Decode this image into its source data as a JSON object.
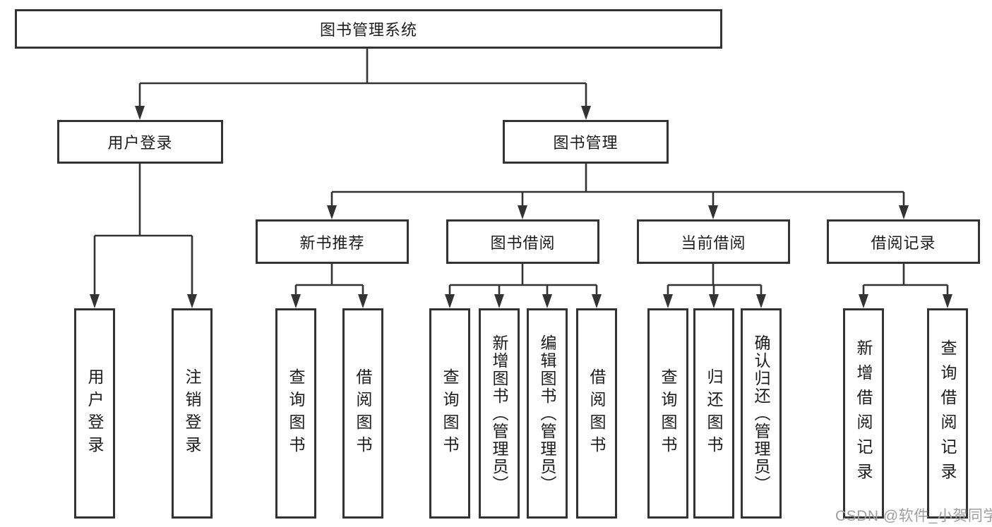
{
  "diagram_type": "hierarchy-tree",
  "nodes": {
    "root": "图书管理系统",
    "user_login": "用户登录",
    "book_management": "图书管理",
    "new_book_recommend": "新书推荐",
    "book_borrow": "图书借阅",
    "current_borrow": "当前借阅",
    "borrow_records": "借阅记录",
    "leaf_user_login": "用户登录",
    "leaf_logout": "注销登录",
    "leaf_nbr_query": "查询图书",
    "leaf_nbr_borrow": "借阅图书",
    "leaf_bb_query": "查询图书",
    "leaf_bb_add": "新增图书（管理员）",
    "leaf_bb_edit": "编辑图书（管理员）",
    "leaf_bb_borrow": "借阅图书",
    "leaf_cb_query": "查询图书",
    "leaf_cb_return": "归还图书",
    "leaf_cb_confirm": "确认归还（管理员）",
    "leaf_br_add": "新增借阅记录",
    "leaf_br_query": "查询借阅记录"
  },
  "hierarchy": {
    "图书管理系统": {
      "用户登录": [
        "用户登录",
        "注销登录"
      ],
      "图书管理": {
        "新书推荐": [
          "查询图书",
          "借阅图书"
        ],
        "图书借阅": [
          "查询图书",
          "新增图书（管理员）",
          "编辑图书（管理员）",
          "借阅图书"
        ],
        "当前借阅": [
          "查询图书",
          "归还图书",
          "确认归还（管理员）"
        ],
        "借阅记录": [
          "新增借阅记录",
          "查询借阅记录"
        ]
      }
    }
  },
  "watermark": "CSDN @软件_小贺同学",
  "colors": {
    "line": "#333333",
    "text": "#1c1c1c",
    "box_bg": "#ffffff",
    "watermark": "#9e9e9e",
    "background": "#ffffff"
  }
}
